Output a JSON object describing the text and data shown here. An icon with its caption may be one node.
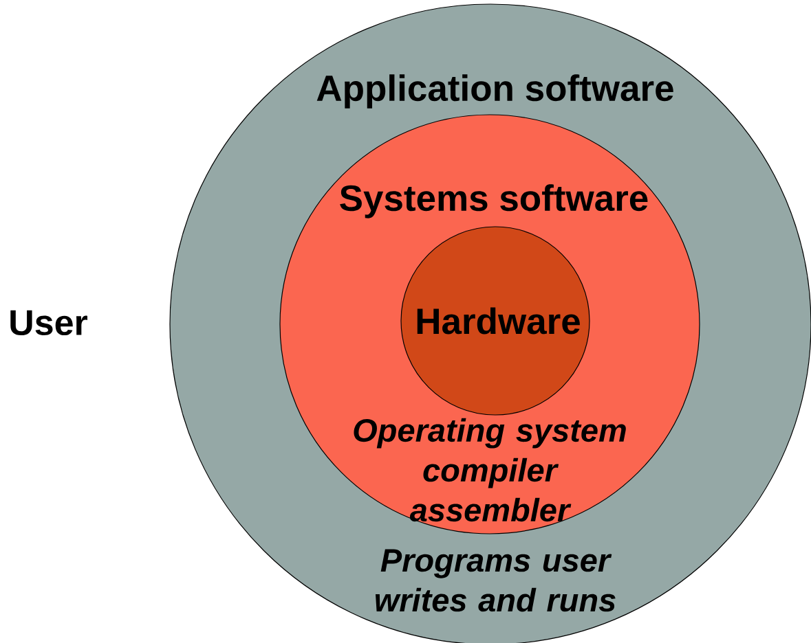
{
  "diagram": {
    "nodes": [
      {
        "text": [
          "Application software",
          "Programs user writes and runs"
        ]
      },
      {
        "text": [
          "Systems software",
          "Operating system compiler assembler"
        ],
        "in": 0
      },
      {
        "text": [
          "Hardware"
        ],
        "in": 1
      }
    ],
    "labels": [
      "User"
    ]
  }
}
